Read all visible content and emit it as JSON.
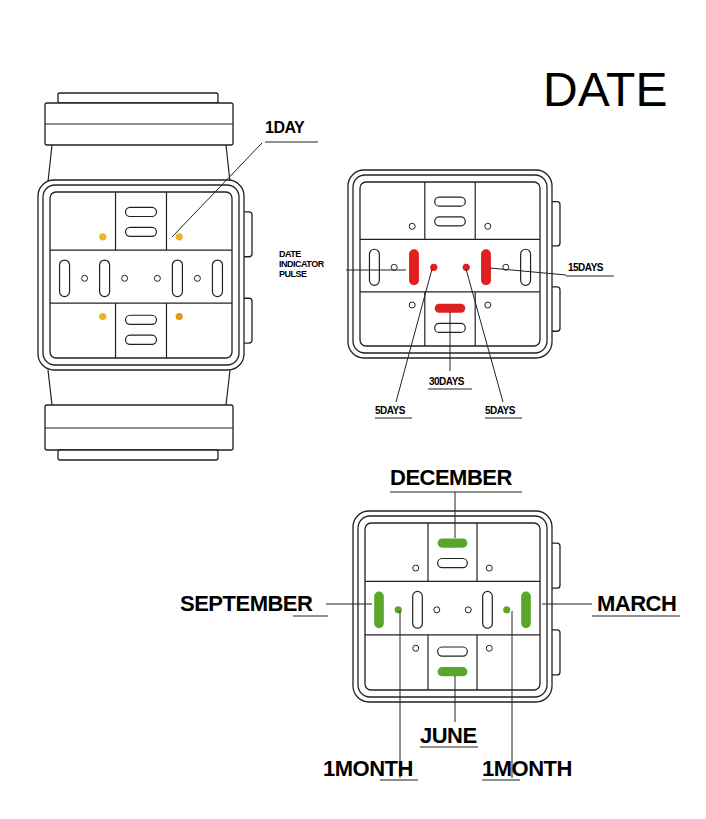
{
  "diagram": {
    "title": "DATE",
    "labels": [
      "1DAY",
      "DATE INDICATOR PULSE",
      "15DAYS",
      "30DAYS",
      "5DAYS",
      "5DAYS",
      "DECEMBER",
      "SEPTEMBER",
      "MARCH",
      "JUNE",
      "1MONTH",
      "1MONTH"
    ]
  }
}
